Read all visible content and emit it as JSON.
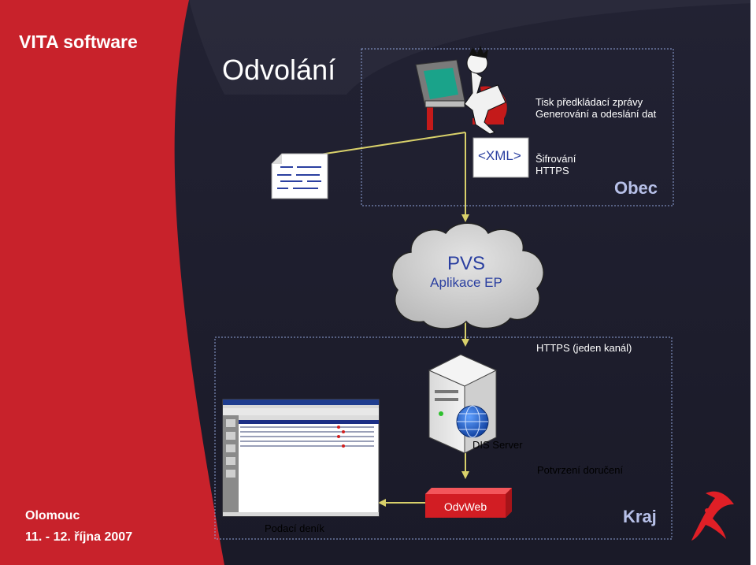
{
  "sidebar": {
    "brand": "VITA software",
    "location": "Olomouc",
    "date": "11. - 12. října 2007"
  },
  "slide": {
    "title": "Odvolání"
  },
  "obec": {
    "line1": "Tisk předkládací zprávy",
    "line2": "Generování a odeslání dat",
    "xml_label": "<XML>",
    "encrypt_line1": "Šifrování",
    "encrypt_line2": "HTTPS",
    "zone_label": "Obec"
  },
  "cloud": {
    "title": "PVS",
    "subtitle": "Aplikace EP"
  },
  "kraj": {
    "channel": "HTTPS (jeden kanál)",
    "server_label": "DIS Server",
    "confirm": "Potvrzení doručení",
    "odvweb": "OdvWeb",
    "register": "Podací deník",
    "zone_label": "Kraj"
  },
  "colors": {
    "background": "#1f1f2e",
    "sidebar": "#c8222b",
    "accent_blue": "#2a3fa0",
    "connector": "#d8d06a",
    "zone_border": "#8fa3d8",
    "zone_label": "#b7c0e8"
  }
}
